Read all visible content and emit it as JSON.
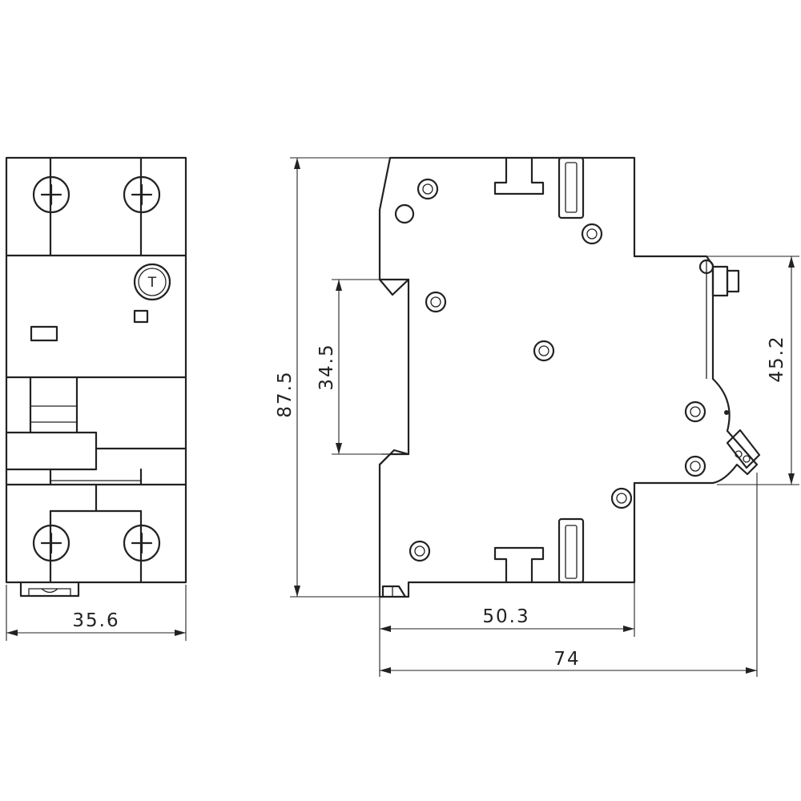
{
  "dimensions": {
    "front_width": "35.6",
    "total_height": "87.5",
    "rail_slot_height": "34.5",
    "body_depth": "50.3",
    "total_depth": "74",
    "front_face_height": "45.2"
  },
  "front_view": {
    "test_button_letter": "T"
  }
}
